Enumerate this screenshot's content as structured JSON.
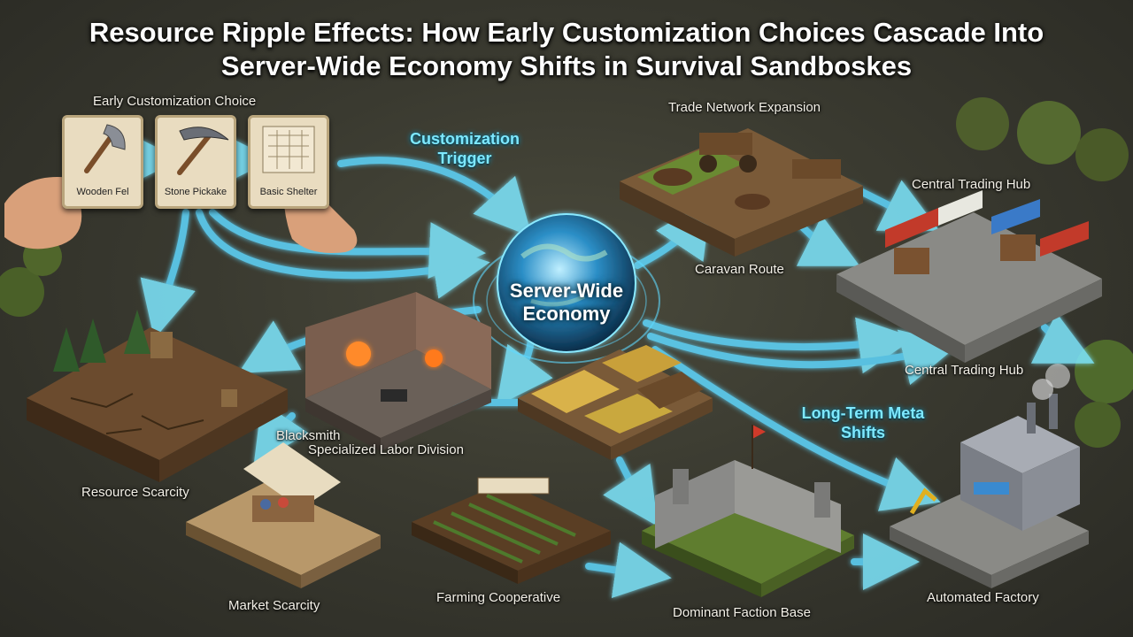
{
  "title": {
    "line1": "Resource Ripple Effects: How Early Customization Choices Cascade Into",
    "line2": "Server-Wide Economy Shifts in Survival Sandboskes"
  },
  "choices": {
    "header": "Early Customization Choice",
    "cards": [
      {
        "label": "Wooden Fel",
        "icon": "axe-icon"
      },
      {
        "label": "Stone Pickake",
        "icon": "pickaxe-icon"
      },
      {
        "label": "Basic Shelter",
        "icon": "blueprint-icon"
      }
    ]
  },
  "flow_labels": {
    "trigger": "Customization Trigger",
    "meta": "Long-Term Meta Shifts"
  },
  "core": {
    "label": "Server-Wide Economy"
  },
  "nodes": {
    "trade_network": "Trade Network Expansion",
    "caravan": "Caravan Route",
    "hub_top": "Central Trading Hub",
    "hub_bottom": "Central Trading Hub",
    "blacksmith": "Blacksmith",
    "labor": "Specialized Labor Division",
    "scarcity": "Resource Scarcity",
    "market": "Market Scarcity",
    "farming": "Farming Cooperative",
    "faction": "Dominant Faction Base",
    "factory": "Automated Factory"
  },
  "colors": {
    "arrow": "#5fd8ff",
    "glow": "#1aa6e0",
    "ground": "#6b4b2e",
    "grass": "#5f7d2f"
  }
}
